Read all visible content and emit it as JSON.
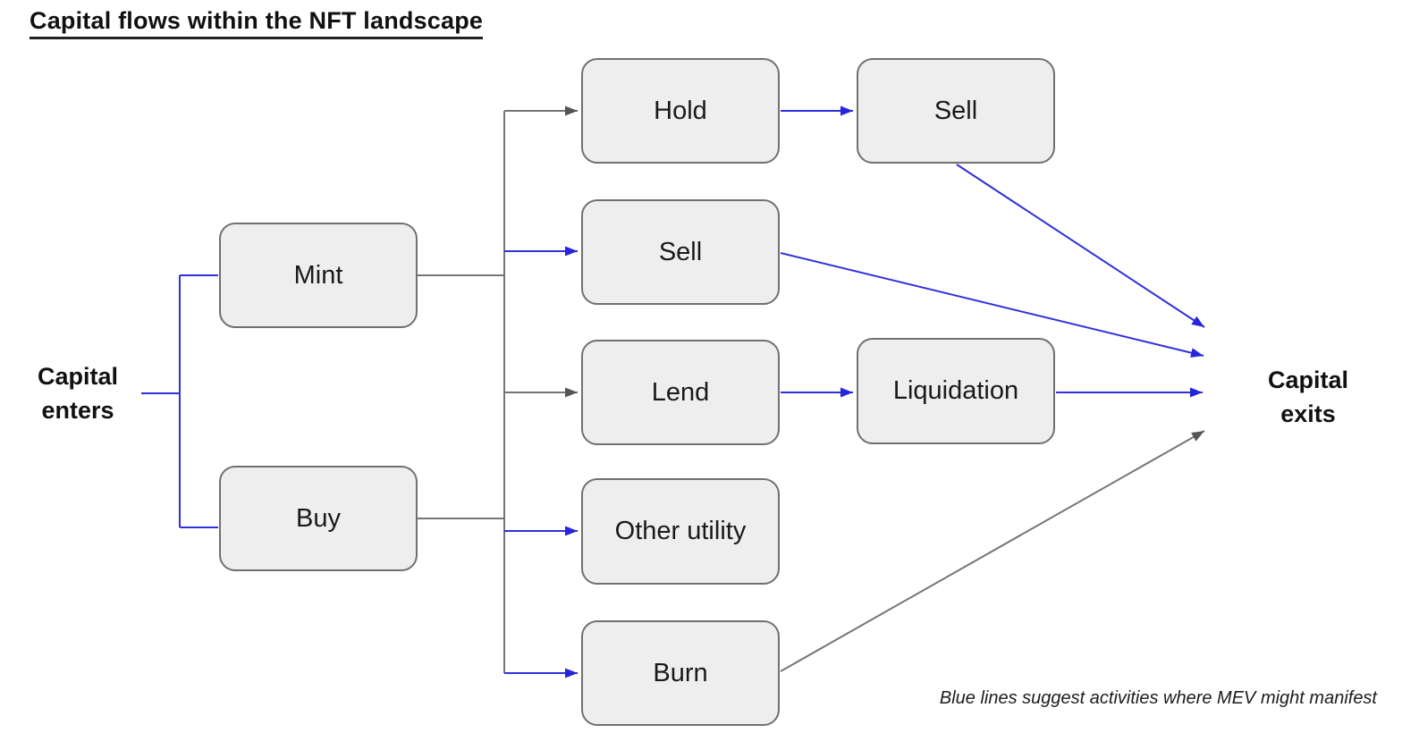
{
  "title": "Capital flows within the NFT landscape",
  "labels": {
    "capital_enters": "Capital\nenters",
    "capital_exits": "Capital\nexits"
  },
  "nodes": {
    "mint": {
      "label": "Mint"
    },
    "buy": {
      "label": "Buy"
    },
    "hold": {
      "label": "Hold"
    },
    "sell_mid": {
      "label": "Sell"
    },
    "lend": {
      "label": "Lend"
    },
    "other_utility": {
      "label": "Other utility"
    },
    "burn": {
      "label": "Burn"
    },
    "sell_top": {
      "label": "Sell"
    },
    "liquidation": {
      "label": "Liquidation"
    }
  },
  "edges": [
    {
      "from": "capital-enters",
      "to": "mint",
      "color": "blue",
      "arrow": false
    },
    {
      "from": "capital-enters",
      "to": "buy",
      "color": "blue",
      "arrow": false
    },
    {
      "from": "mint",
      "to": "branch-trunk",
      "color": "gray",
      "arrow": false
    },
    {
      "from": "buy",
      "to": "branch-trunk",
      "color": "gray",
      "arrow": false
    },
    {
      "from": "branch-trunk",
      "to": "hold",
      "color": "gray",
      "arrow": true
    },
    {
      "from": "branch-trunk",
      "to": "sell_mid",
      "color": "blue",
      "arrow": true
    },
    {
      "from": "branch-trunk",
      "to": "lend",
      "color": "gray",
      "arrow": true
    },
    {
      "from": "branch-trunk",
      "to": "other_utility",
      "color": "blue",
      "arrow": true
    },
    {
      "from": "branch-trunk",
      "to": "burn",
      "color": "blue",
      "arrow": true
    },
    {
      "from": "hold",
      "to": "sell_top",
      "color": "blue",
      "arrow": true
    },
    {
      "from": "lend",
      "to": "liquidation",
      "color": "blue",
      "arrow": true
    },
    {
      "from": "sell_top",
      "to": "capital-exits",
      "color": "blue",
      "arrow": true
    },
    {
      "from": "sell_mid",
      "to": "capital-exits",
      "color": "blue",
      "arrow": true
    },
    {
      "from": "liquidation",
      "to": "capital-exits",
      "color": "blue",
      "arrow": true
    },
    {
      "from": "burn",
      "to": "capital-exits",
      "color": "gray",
      "arrow": true
    }
  ],
  "note": "Blue lines suggest activities where MEV might manifest",
  "colors": {
    "mev_blue": "#3030d9",
    "neutral_gray": "#757575",
    "box_fill": "#eeeeee",
    "box_border": "#707070"
  }
}
